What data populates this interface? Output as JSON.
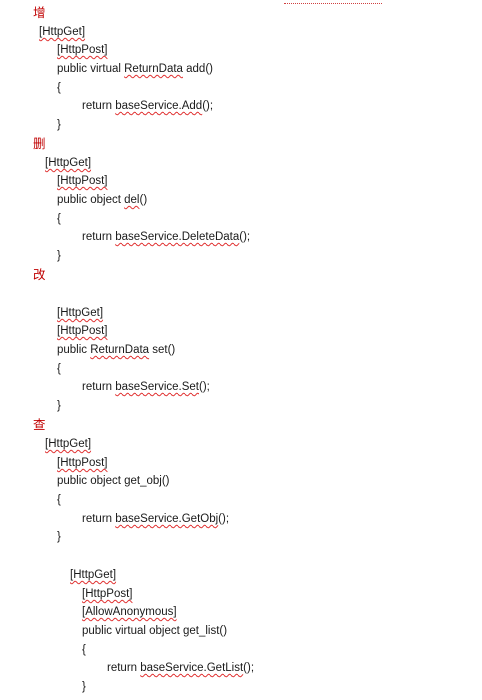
{
  "headings": {
    "add": "增",
    "delete": "删",
    "update": "改",
    "query": "查"
  },
  "code": {
    "http_get": "[HttpGet]",
    "http_post": "[HttpPost]",
    "allow_anonymous": "[AllowAnonymous]",
    "open_brace": "{",
    "close_brace": "}",
    "return_kw": "return ",
    "add_sig_prefix": "public virtual ",
    "add_sig_type": "ReturnData",
    "add_sig_suffix": " add()",
    "add_body_svc": "baseService.Add",
    "add_body_end": "();",
    "del_sig_prefix": "public object ",
    "del_sig_name": "del",
    "del_sig_suffix": "()",
    "del_body_svc": "baseService.DeleteData",
    "del_body_end": "();",
    "set_sig_prefix": "public ",
    "set_sig_type": "ReturnData",
    "set_sig_suffix": " set()",
    "set_body_svc": "baseService.Set",
    "set_body_end": "();",
    "getobj_sig": "public object get_obj()",
    "getobj_body_svc": "baseService.GetObj",
    "getobj_body_end": "();",
    "getlist_sig": "public virtual object get_list()",
    "getlist_body_svc": "baseService.GetList",
    "getlist_body_end": "();"
  }
}
